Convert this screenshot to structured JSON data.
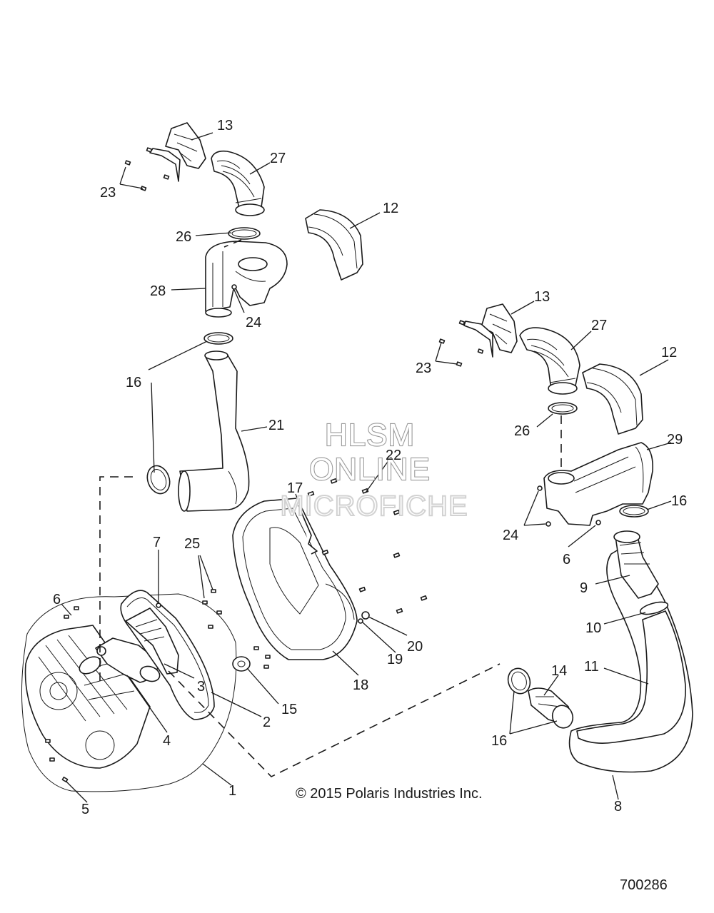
{
  "watermark": {
    "line1": "HLSM",
    "line2": "ONLINE",
    "line3": "MICROFICHE"
  },
  "copyright": "© 2015 Polaris Industries Inc.",
  "diagram_number": "700286",
  "callouts": {
    "c1": "1",
    "c2": "2",
    "c3": "3",
    "c4": "4",
    "c5": "5",
    "c6a": "6",
    "c6b": "6",
    "c7": "7",
    "c8": "8",
    "c9": "9",
    "c10": "10",
    "c11": "11",
    "c12a": "12",
    "c12b": "12",
    "c13a": "13",
    "c13b": "13",
    "c14": "14",
    "c15": "15",
    "c16a": "16",
    "c16b": "16",
    "c16c": "16",
    "c17": "17",
    "c18": "18",
    "c19": "19",
    "c20": "20",
    "c21": "21",
    "c22": "22",
    "c23a": "23",
    "c23b": "23",
    "c24a": "24",
    "c24b": "24",
    "c25": "25",
    "c26a": "26",
    "c26b": "26",
    "c27a": "27",
    "c27b": "27",
    "c28": "28",
    "c29": "29"
  }
}
